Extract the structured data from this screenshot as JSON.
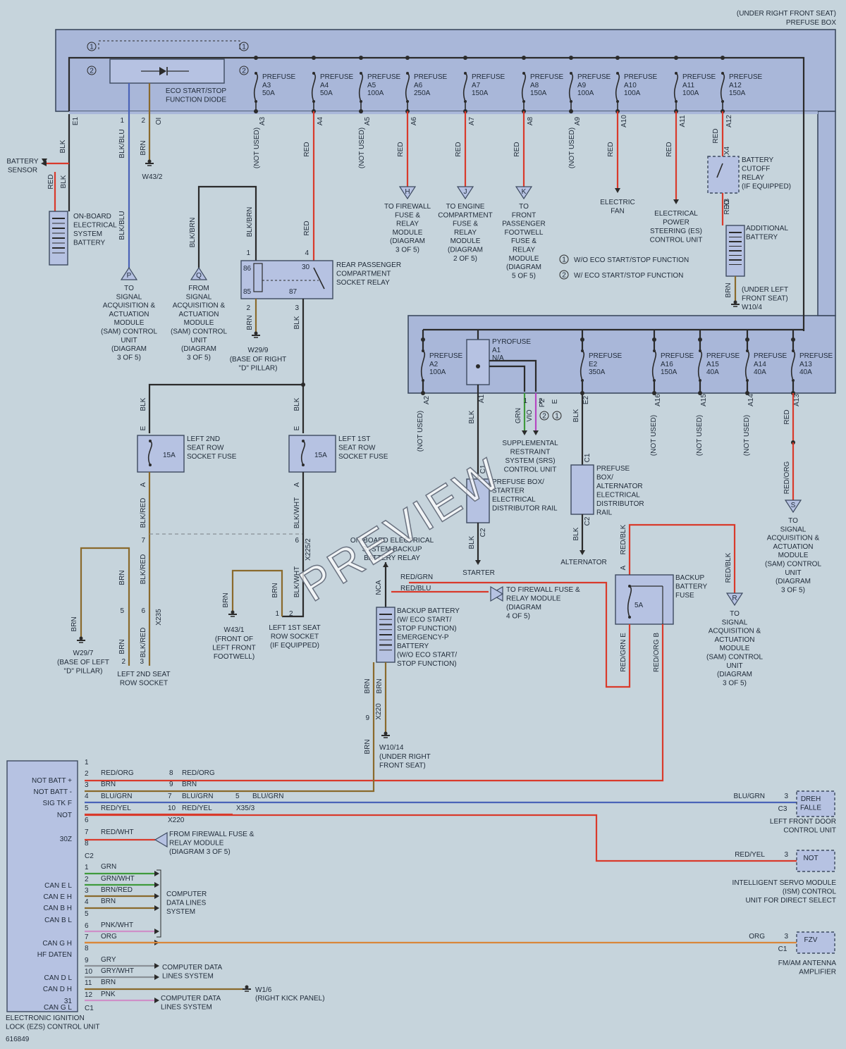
{
  "prefuse_box_label": [
    "(UNDER RIGHT FRONT SEAT)",
    "PREFUSE BOX"
  ],
  "eco_diode_label": [
    "ECO START/STOP",
    "FUNCTION DIODE"
  ],
  "upper_prefuses": [
    {
      "name": "PREFUSE",
      "id": "A3",
      "amp": "50A",
      "pin": "A3",
      "wire": "(NOT USED)"
    },
    {
      "name": "PREFUSE",
      "id": "A4",
      "amp": "50A",
      "pin": "A4",
      "wire": "RED"
    },
    {
      "name": "PREFUSE",
      "id": "A5",
      "amp": "100A",
      "pin": "A5",
      "wire": "(NOT USED)"
    },
    {
      "name": "PREFUSE",
      "id": "A6",
      "amp": "250A",
      "pin": "A6",
      "wire": "RED"
    },
    {
      "name": "PREFUSE",
      "id": "A7",
      "amp": "150A",
      "pin": "A7",
      "wire": "RED"
    },
    {
      "name": "PREFUSE",
      "id": "A8",
      "amp": "150A",
      "pin": "A8",
      "wire": "RED"
    },
    {
      "name": "PREFUSE",
      "id": "A9",
      "amp": "100A",
      "pin": "A9",
      "wire": "(NOT USED)"
    },
    {
      "name": "PREFUSE",
      "id": "A10",
      "amp": "100A",
      "pin": "A10",
      "wire": "RED"
    },
    {
      "name": "PREFUSE",
      "id": "A11",
      "amp": "100A",
      "pin": "A11",
      "wire": "RED"
    },
    {
      "name": "PREFUSE",
      "id": "A12",
      "amp": "150A",
      "pin": "A12",
      "wire": "RED"
    }
  ],
  "lower_prefuses": [
    {
      "name": "PREFUSE",
      "id": "A2",
      "amp": "100A",
      "pin": "A2",
      "wire": "(NOT USED)"
    },
    {
      "name": "PREFUSE",
      "id": "E2",
      "amp": "350A",
      "pin": "E2",
      "wire": "BLK"
    },
    {
      "name": "PREFUSE",
      "id": "A16",
      "amp": "150A",
      "pin": "A16",
      "wire": "(NOT USED)"
    },
    {
      "name": "PREFUSE",
      "id": "A15",
      "amp": "40A",
      "pin": "A15",
      "wire": "(NOT USED)"
    },
    {
      "name": "PREFUSE",
      "id": "A14",
      "amp": "40A",
      "pin": "A14",
      "wire": "(NOT USED)"
    },
    {
      "name": "PREFUSE",
      "id": "A13",
      "amp": "40A",
      "pin": "A13",
      "wire": "RED"
    }
  ],
  "pyrofuse": {
    "name": "PYROFUSE",
    "id": "A1",
    "value": "N/A",
    "pin": "A1",
    "wire": "BLK"
  },
  "top_connectors": {
    "e1": "E1",
    "blk": "BLK",
    "pin1": "1",
    "pin2": "2",
    "oi": "OI",
    "blkblu": "BLK/BLU",
    "brn": "BRN",
    "w43_2": "W43/2",
    "m1": "1",
    "m2": "2"
  },
  "battery_sensor": {
    "label": [
      "BATTERY",
      "SENSOR"
    ],
    "red": "RED",
    "blk": "BLK"
  },
  "onboard_battery": [
    "ON-BOARD",
    "ELECTRICAL",
    "SYSTEM",
    "BATTERY"
  ],
  "sam_p": {
    "letter": "P",
    "wire": "BLK/BLU",
    "text": [
      "TO",
      "SIGNAL",
      "ACQUISITION &",
      "ACTUATION",
      "MODULE",
      "(SAM) CONTROL",
      "UNIT",
      "(DIAGRAM",
      "3 OF 5)"
    ]
  },
  "sam_q": {
    "letter": "Q",
    "wire": "BLK/BRN",
    "text": [
      "FROM",
      "SIGNAL",
      "ACQUISITION &",
      "ACTUATION",
      "MODULE",
      "(SAM) CONTROL",
      "UNIT",
      "(DIAGRAM",
      "3 OF 5)"
    ]
  },
  "rear_relay": {
    "label": [
      "REAR PASSENGER",
      "COMPARTMENT",
      "SOCKET RELAY"
    ],
    "t86": "86",
    "t85": "85",
    "t30": "30",
    "t87": "87",
    "p1": "1",
    "p2": "2",
    "p3": "3",
    "p4": "4",
    "wire_in": "BLK/BRN",
    "wire_red": "RED",
    "wire_brn": "BRN",
    "wire_blk": "BLK",
    "ground": "W29/9",
    "ground_desc": [
      "(BASE OF RIGHT",
      "\"D\" PILLAR)"
    ]
  },
  "dest_h": {
    "letter": "H",
    "text": [
      "TO FIREWALL",
      "FUSE &",
      "RELAY",
      "MODULE",
      "(DIAGRAM",
      "3 OF 5)"
    ]
  },
  "dest_j": {
    "letter": "J",
    "text": [
      "TO ENGINE",
      "COMPARTMENT",
      "FUSE &",
      "RELAY",
      "MODULE",
      "(DIAGRAM",
      "2 OF 5)"
    ]
  },
  "dest_k": {
    "letter": "K",
    "text": [
      "TO",
      "FRONT",
      "PASSENGER",
      "FOOTWELL",
      "FUSE &",
      "RELAY",
      "MODULE",
      "(DIAGRAM",
      "5 OF 5)"
    ]
  },
  "electric_fan": [
    "ELECTRIC",
    "FAN"
  ],
  "es_unit": [
    "ELECTRICAL",
    "POWER",
    "STEERING (ES)",
    "CONTROL UNIT"
  ],
  "legend": [
    {
      "num": "1",
      "text": "W/O ECO START/STOP FUNCTION"
    },
    {
      "num": "2",
      "text": "W/ ECO START/STOP FUNCTION"
    }
  ],
  "cutoff_relay": {
    "label": [
      "BATTERY",
      "CUTOFF",
      "RELAY",
      "(IF EQUIPPED)"
    ],
    "x4": "X4",
    "x3": "X3",
    "red": "RED"
  },
  "additional_battery": {
    "label": [
      "ADDITIONAL",
      "BATTERY"
    ],
    "brn": "BRN",
    "loc": [
      "(UNDER LEFT",
      "FRONT SEAT)"
    ],
    "ground": "W10/4"
  },
  "srs": {
    "label": [
      "SUPPLEMENTAL",
      "RESTRAINT",
      "SYSTEM (SRS)",
      "CONTROL UNIT"
    ],
    "grn": "GRN",
    "vio": "VIO",
    "p1": "1",
    "p2": "2",
    "p2b": "P2",
    "e": "E",
    "n1": "1",
    "n2": "2"
  },
  "rail": {
    "label": [
      "PREFUSE BOX/",
      "STARTER",
      "ELECTRICAL",
      "DISTRIBUTOR RAIL"
    ],
    "c1": "C1",
    "c2": "C2",
    "blk": "BLK",
    "starter": "STARTER"
  },
  "alt_rail": {
    "label": [
      "PREFUSE",
      "BOX/",
      "ALTERNATOR",
      "ELECTRICAL",
      "DISTRIBUTOR",
      "RAIL"
    ],
    "c1": "C1",
    "c2": "C2",
    "blk": "BLK",
    "alternator": "ALTERNATOR"
  },
  "sam_s": {
    "letter": "S",
    "wire": "RED/ORG",
    "red": "RED",
    "text": [
      "TO",
      "SIGNAL",
      "ACQUISITION &",
      "ACTUATION",
      "MODULE",
      "(SAM) CONTROL",
      "UNIT",
      "(DIAGRAM",
      "3 OF 5)"
    ]
  },
  "sam_r": {
    "letter": "R",
    "wire": "RED/BLK",
    "text": [
      "TO",
      "SIGNAL",
      "ACQUISITION &",
      "ACTUATION",
      "MODULE",
      "(SAM) CONTROL",
      "UNIT",
      "(DIAGRAM",
      "3 OF 5)"
    ]
  },
  "backup_fuse": {
    "label": [
      "BACKUP",
      "BATTERY",
      "FUSE"
    ],
    "amp": "5A",
    "a": "A",
    "e": "E",
    "b": "B",
    "redblk": "RED/BLK",
    "redgrn": "RED/GRN E",
    "redorg": "RED/ORG B"
  },
  "left2": {
    "label": [
      "LEFT 2ND",
      "SEAT ROW",
      "SOCKET FUSE"
    ],
    "amp": "15A",
    "blk": "BLK",
    "e": "E",
    "a": "A",
    "blkred": "BLK/RED",
    "p7": "7",
    "p5": "5",
    "p6": "6",
    "p2": "2",
    "p3": "3",
    "x": "X235"
  },
  "left1": {
    "label": [
      "LEFT 1ST",
      "SEAT ROW",
      "SOCKET FUSE"
    ],
    "amp": "15A",
    "blk": "BLK",
    "e": "E",
    "a": "A",
    "blkwht": "BLK/WHT",
    "p6": "6",
    "x": "X225/2"
  },
  "onboard_relay": [
    "ON-BOARD ELECTRICAL",
    "SYSTEM BACKUP",
    "BATTERY RELAY"
  ],
  "backup_battery": {
    "label": [
      "BACKUP BATTERY",
      "(W/ ECO START/",
      "STOP FUNCTION)",
      "EMERGENCY-P",
      "BATTERY",
      "(W/O ECO START/",
      "STOP FUNCTION)"
    ],
    "nca": "NCA",
    "redgrn": "RED/GRN",
    "redblu": "RED/BLU",
    "brn1": "BRN",
    "brn2": "BRN",
    "p9": "9",
    "x220": "X220",
    "ground": "W10/14",
    "loc": [
      "(UNDER RIGHT",
      "FRONT SEAT)"
    ],
    "brn3": "BRN"
  },
  "to_firewall": [
    "TO FIREWALL FUSE &",
    "RELAY MODULE",
    "(DIAGRAM",
    "4 OF 5)"
  ],
  "grounds": {
    "w29_7": {
      "name": "W29/7",
      "desc": [
        "(BASE OF LEFT",
        "\"D\" PILLAR)"
      ],
      "brn": "BRN"
    },
    "w43_1": {
      "name": "W43/1",
      "desc": [
        "(FRONT OF",
        "LEFT FRONT",
        "FOOTWELL)"
      ],
      "brn": "BRN"
    },
    "left2_socket": [
      "LEFT 2ND SEAT",
      "ROW SOCKET"
    ],
    "left1_socket": [
      "LEFT 1ST SEAT",
      "ROW SOCKET",
      "(IF EQUIPPED)"
    ],
    "brn": "BRN",
    "p1": "1",
    "p2": "2"
  },
  "ezs": {
    "label": [
      "ELECTRONIC IGNITION",
      "LOCK (EZS) CONTROL UNIT"
    ],
    "code": "616849",
    "pins": [
      {
        "name": "",
        "pin": "1"
      },
      {
        "name": "NOT BATT +",
        "pin": "2",
        "wire": "RED/ORG",
        "far_pin": "8",
        "far_wire": "RED/ORG"
      },
      {
        "name": "NOT BATT -",
        "pin": "3",
        "wire": "BRN",
        "far_pin": "9",
        "far_wire": "BRN"
      },
      {
        "name": "SIG TK F",
        "pin": "4",
        "wire": "BLU/GRN",
        "far_pin": "7",
        "far_wire": "BLU/GRN"
      },
      {
        "name": "NOT",
        "pin": "5",
        "wire": "RED/YEL",
        "far_pin": "10",
        "far_wire": "RED/YEL"
      },
      {
        "name": "",
        "pin": "6"
      },
      {
        "name": "30Z",
        "pin": "7",
        "wire": "RED/WHT"
      },
      {
        "name": "",
        "pin": "8"
      }
    ],
    "x220": "X220",
    "x35": "X35/3",
    "p5": "5",
    "blugrn": "BLU/GRN",
    "c2": "C2",
    "from_firewall": [
      "FROM FIREWALL FUSE &",
      "RELAY MODULE",
      "(DIAGRAM 3 OF 5)"
    ],
    "can_pins": [
      {
        "name": "",
        "pin": "1",
        "wire": "GRN"
      },
      {
        "name": "CAN E L",
        "pin": "2",
        "wire": "GRN/WHT"
      },
      {
        "name": "CAN E H",
        "pin": "3",
        "wire": "BRN/RED"
      },
      {
        "name": "CAN B H",
        "pin": "4",
        "wire": "BRN"
      },
      {
        "name": "CAN B L",
        "pin": "5",
        "wire": ""
      },
      {
        "name": "",
        "pin": "6",
        "wire": "PNK/WHT"
      },
      {
        "name": "CAN G H",
        "pin": "7",
        "wire": "ORG"
      },
      {
        "name": "HF DATEN",
        "pin": "8",
        "wire": ""
      },
      {
        "name": "",
        "pin": "9",
        "wire": "GRY"
      },
      {
        "name": "CAN D L",
        "pin": "10",
        "wire": "GRY/WHT"
      },
      {
        "name": "CAN D H",
        "pin": "11",
        "wire": "BRN"
      },
      {
        "name": "31",
        "pin": "12",
        "wire": "PNK"
      },
      {
        "name": "CAN G L",
        "pin": "",
        "wire": ""
      }
    ],
    "c1": "C1",
    "data_lines_a": [
      "COMPUTER",
      "DATA LINES",
      "SYSTEM"
    ],
    "data_lines_b": [
      "COMPUTER DATA",
      "LINES SYSTEM"
    ],
    "data_lines_c": [
      "COMPUTER DATA",
      "LINES SYSTEM"
    ],
    "w1_6": "W1/6",
    "w1_6_desc": "(RIGHT KICK PANEL)"
  },
  "right_units": [
    {
      "wire": "BLU/GRN",
      "pin": "3",
      "conn": "C3",
      "box": [
        "DREH",
        "FALLE"
      ],
      "label": [
        "LEFT FRONT DOOR",
        "CONTROL UNIT"
      ]
    },
    {
      "wire": "RED/YEL",
      "pin": "3",
      "conn": "",
      "box": [
        "NOT"
      ],
      "label": [
        "INTELLIGENT SERVO MODULE",
        "(ISM) CONTROL",
        "UNIT FOR DIRECT SELECT"
      ]
    },
    {
      "wire": "ORG",
      "pin": "3",
      "conn": "C1",
      "box": [
        "FZV"
      ],
      "label": [
        "FM/AM ANTENNA",
        "AMPLIFIER"
      ]
    }
  ],
  "watermark": "PREVIEW"
}
